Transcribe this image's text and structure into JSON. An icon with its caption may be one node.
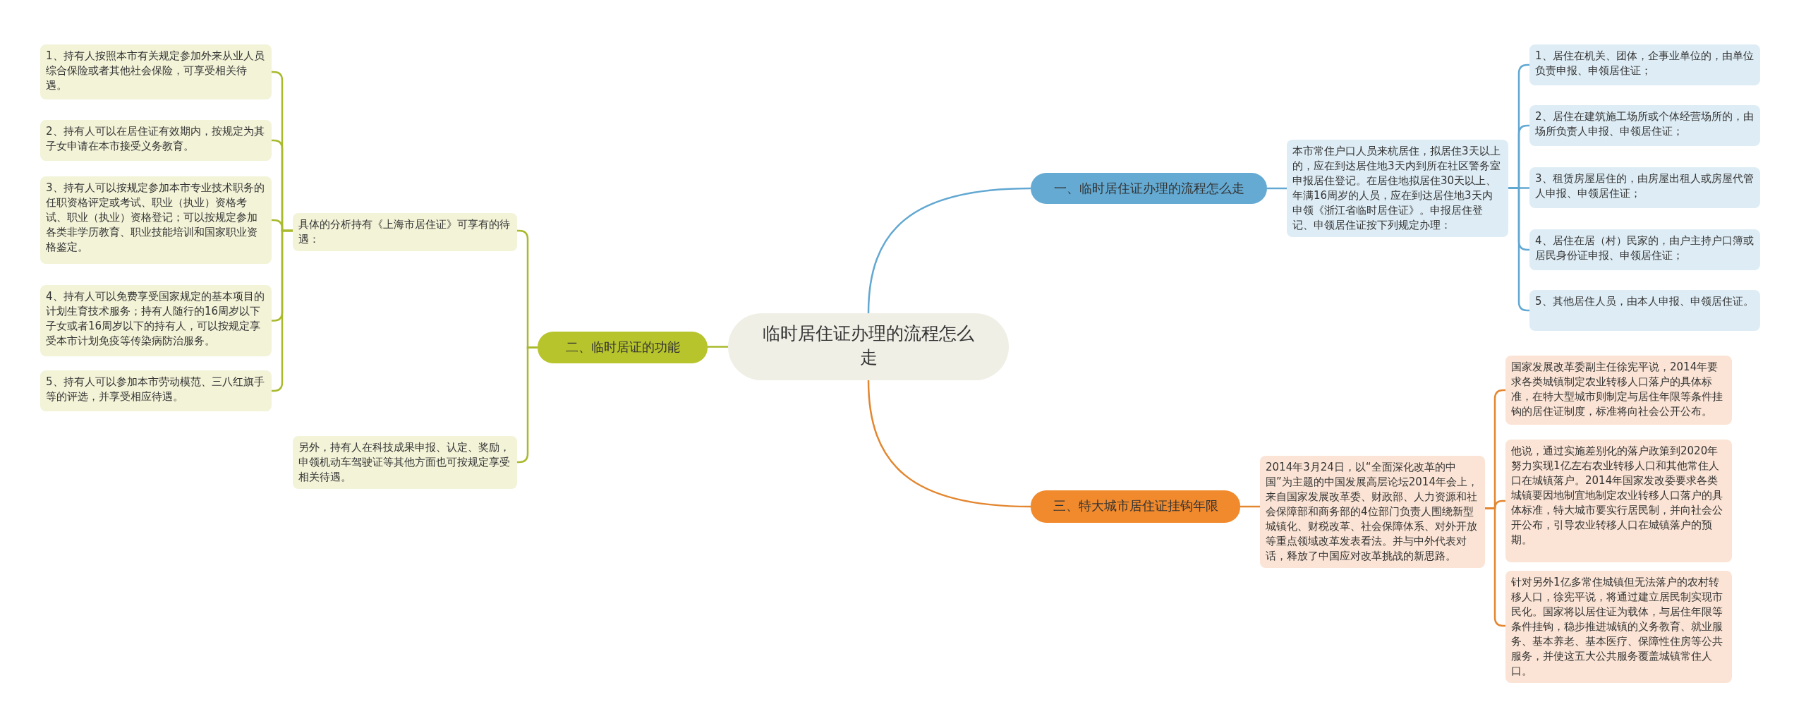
{
  "diagram": {
    "nodes": [
      {
        "text": [
          "临时居住证办理的流程怎么走"
        ]
      },
      {
        "text": [
          "一、临时居住证办理的流程怎么走"
        ]
      },
      {
        "text": [
          "本市常住户口人员来杭居住，拟居住3天以上的，应在到达居住地3天内到所在社区警务室申报居住登记。在居住地拟居住30天以上、年满16周岁的人员，应在到达居住地3天内申领《浙江省临时居住证》。申报居住登记、申领居住证按下列规定办理："
        ]
      },
      {
        "text": [
          "1、居住在机关、团体，企事业单位的，由单位负责申报、申领居住证；"
        ]
      },
      {
        "text": [
          "2、居住在建筑施工场所或个体经营场所的，由场所负责人申报、申领居住证；"
        ]
      },
      {
        "text": [
          "3、租赁房屋居住的，由房屋出租人或房屋代管人申报、申领居住证；"
        ]
      },
      {
        "text": [
          "4、居住在居（村）民家的，由户主持户口簿或居民身份证申报、申领居住证；"
        ]
      },
      {
        "text": [
          "5、其他居住人员，由本人申报、申领居住证。"
        ]
      },
      {
        "text": [
          "二、临时居证的功能"
        ]
      },
      {
        "text": [
          "具体的分析持有《上海市居住证》可享有的待遇："
        ]
      },
      {
        "text": [
          "1、持有人按照本市有关规定参加外来从业人员综合保险或者其他社会保险，可享受相关待遇。"
        ]
      },
      {
        "text": [
          "2、持有人可以在居住证有效期内，按规定为其子女申请在本市接受义务教育。"
        ]
      },
      {
        "text": [
          "3、持有人可以按规定参加本市专业技术职务的任职资格评定或考试、职业（执业）资格考试、职业（执业）资格登记；可以按规定参加各类非学历教育、职业技能培训和国家职业资格鉴定。"
        ]
      },
      {
        "text": [
          "4、持有人可以免费享受国家规定的基本项目的计划生育技术服务；持有人随行的16周岁以下子女或者16周岁以下的持有人，可以按规定享受本市计划免疫等传染病防治服务。"
        ]
      },
      {
        "text": [
          "5、持有人可以参加本市劳动模范、三八红旗手等的评选，并享受相应待遇。"
        ]
      },
      {
        "text": [
          "另外，持有人在科技成果申报、认定、奖励，申领机动车驾驶证等其他方面也可按规定享受相关待遇。"
        ]
      },
      {
        "text": [
          "三、特大城市居住证挂钩年限"
        ]
      },
      {
        "text": [
          "2014年3月24日，以“全面深化改革的中国”为主题的中国发展高层论坛2014年会上，来自国家发展改革委、财政部、人力资源和社会保障部和商务部的4位部门负责人围绕新型城镇化、财税改革、社会保障体系、对外开放等重点领域改革发表看法。并与中外代表对话，释放了中国应对改革挑战的新思路。"
        ]
      },
      {
        "text": [
          "国家发展改革委副主任徐宪平说，2014年要求各类城镇制定农业转移人口落户的具体标准，在特大型城市则制定与居住年限等条件挂钩的居住证制度，标准将向社会公开公布。"
        ]
      },
      {
        "text": [
          "他说，通过实施差别化的落户政策到2020年努力实现1亿左右农业转移人口和其他常住人口在城镇落户。2014年国家发改委要求各类城镇要因地制宜地制定农业转移人口落户的具体标准，特大城市要实行居民制，并向社会公开公布，引导农业转移人口在城镇落户的预期。"
        ]
      },
      {
        "text": [
          "针对另外1亿多常住城镇但无法落户的农村转移人口，徐宪平说，将通过建立居民制实现市民化。国家将以居住证为载体，与居住年限等条件挂钩，稳步推进城镇的义务教育、就业服务、基本养老、基本医疗、保障性住房等公共服务，并使这五大公共服务覆盖城镇常住人口。"
        ]
      }
    ],
    "edges": [
      {
        "from": 0,
        "to": 1,
        "arrow": "none",
        "color": "#62a8d2"
      },
      {
        "from": 1,
        "to": 2,
        "arrow": "none",
        "color": "#62a8d2"
      },
      {
        "from": 2,
        "to": 3,
        "arrow": "none",
        "color": "#62a8d2"
      },
      {
        "from": 2,
        "to": 4,
        "arrow": "none",
        "color": "#62a8d2"
      },
      {
        "from": 2,
        "to": 5,
        "arrow": "none",
        "color": "#62a8d2"
      },
      {
        "from": 2,
        "to": 6,
        "arrow": "none",
        "color": "#62a8d2"
      },
      {
        "from": 2,
        "to": 7,
        "arrow": "none",
        "color": "#62a8d2"
      },
      {
        "from": 0,
        "to": 8,
        "arrow": "none"
      },
      {
        "from": 8,
        "to": 9,
        "arrow": "none"
      },
      {
        "from": 9,
        "to": 10,
        "arrow": "none"
      },
      {
        "from": 9,
        "to": 11,
        "arrow": "none"
      },
      {
        "from": 9,
        "to": 12,
        "arrow": "none"
      },
      {
        "from": 9,
        "to": 13,
        "arrow": "none"
      },
      {
        "from": 9,
        "to": 14,
        "arrow": "none"
      },
      {
        "from": 8,
        "to": 15,
        "arrow": "none"
      },
      {
        "from": 0,
        "to": 16,
        "arrow": "none",
        "color": "#e3862f"
      },
      {
        "from": 16,
        "to": 17,
        "arrow": "none",
        "color": "#e3862f"
      },
      {
        "from": 17,
        "to": 18,
        "arrow": "none",
        "color": "#e3862f"
      },
      {
        "from": 17,
        "to": 19,
        "arrow": "none",
        "color": "#e3862f"
      },
      {
        "from": 17,
        "to": 20,
        "arrow": "none",
        "color": "#e3862f"
      }
    ]
  }
}
